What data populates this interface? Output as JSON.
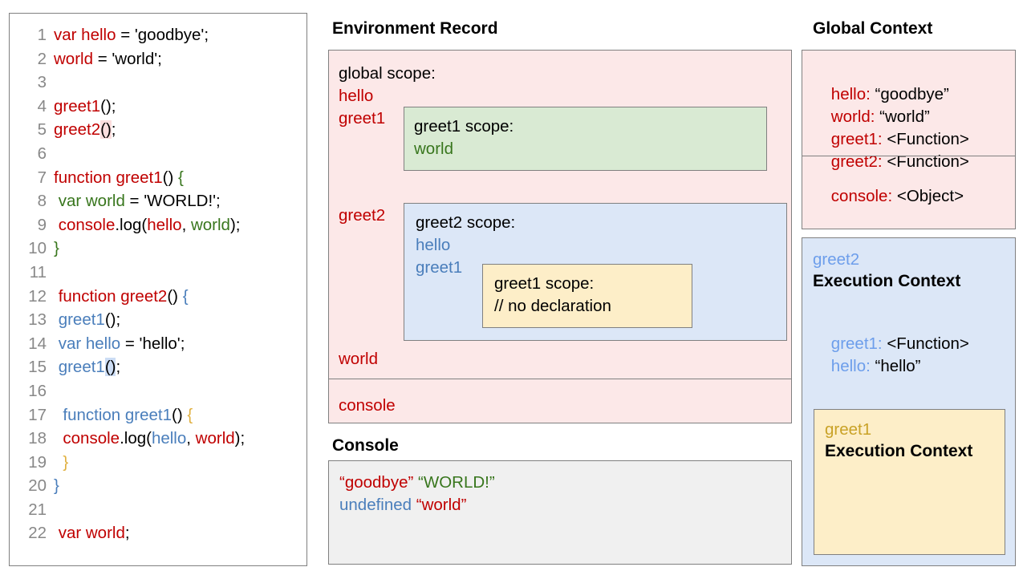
{
  "code_panel": {
    "name": "javascript-source-code",
    "lines": [
      {
        "n": "1",
        "tokens": [
          {
            "t": "var hello",
            "c": "red"
          },
          {
            "t": " = 'goodbye';",
            "c": "black"
          }
        ]
      },
      {
        "n": "2",
        "tokens": [
          {
            "t": "world",
            "c": "red"
          },
          {
            "t": " = 'world';",
            "c": "black"
          }
        ]
      },
      {
        "n": "3",
        "tokens": []
      },
      {
        "n": "4",
        "tokens": [
          {
            "t": "greet1",
            "c": "red"
          },
          {
            "t": "();",
            "c": "black"
          }
        ]
      },
      {
        "n": "5",
        "tokens": [
          {
            "t": "greet2",
            "c": "red"
          },
          {
            "t": "()",
            "c": "black",
            "hl": "red"
          },
          {
            "t": ";",
            "c": "black"
          }
        ]
      },
      {
        "n": "6",
        "tokens": []
      },
      {
        "n": "7",
        "tokens": [
          {
            "t": "function greet1",
            "c": "red"
          },
          {
            "t": "() ",
            "c": "black"
          },
          {
            "t": "{",
            "c": "green"
          }
        ]
      },
      {
        "n": "8",
        "tokens": [
          {
            "t": " var world",
            "c": "green"
          },
          {
            "t": " = 'WORLD!';",
            "c": "black"
          }
        ]
      },
      {
        "n": "9",
        "tokens": [
          {
            "t": " console",
            "c": "red"
          },
          {
            "t": ".log(",
            "c": "black"
          },
          {
            "t": "hello",
            "c": "red"
          },
          {
            "t": ", ",
            "c": "black"
          },
          {
            "t": "world",
            "c": "green"
          },
          {
            "t": ");",
            "c": "black"
          }
        ]
      },
      {
        "n": "10",
        "tokens": [
          {
            "t": "}",
            "c": "green"
          }
        ]
      },
      {
        "n": "11",
        "tokens": []
      },
      {
        "n": "12",
        "tokens": [
          {
            "t": " function greet2",
            "c": "red"
          },
          {
            "t": "() ",
            "c": "black"
          },
          {
            "t": "{",
            "c": "blue"
          }
        ]
      },
      {
        "n": "13",
        "tokens": [
          {
            "t": " greet1",
            "c": "blue"
          },
          {
            "t": "();",
            "c": "black"
          }
        ]
      },
      {
        "n": "14",
        "tokens": [
          {
            "t": " var hello",
            "c": "blue"
          },
          {
            "t": " = 'hello';",
            "c": "black"
          }
        ]
      },
      {
        "n": "15",
        "tokens": [
          {
            "t": " greet1",
            "c": "blue"
          },
          {
            "t": "()",
            "c": "black",
            "hl": "blue"
          },
          {
            "t": ";",
            "c": "black"
          }
        ]
      },
      {
        "n": "16",
        "tokens": []
      },
      {
        "n": "17",
        "tokens": [
          {
            "t": "  function greet1",
            "c": "blue"
          },
          {
            "t": "() ",
            "c": "black"
          },
          {
            "t": "{",
            "c": "gold"
          }
        ]
      },
      {
        "n": "18",
        "tokens": [
          {
            "t": "  console",
            "c": "red"
          },
          {
            "t": ".log(",
            "c": "black"
          },
          {
            "t": "hello",
            "c": "blue"
          },
          {
            "t": ", ",
            "c": "black"
          },
          {
            "t": "world",
            "c": "red"
          },
          {
            "t": ");",
            "c": "black"
          }
        ]
      },
      {
        "n": "19",
        "tokens": [
          {
            "t": "  }",
            "c": "gold"
          }
        ]
      },
      {
        "n": "20",
        "tokens": [
          {
            "t": "}",
            "c": "blue"
          }
        ]
      },
      {
        "n": "21",
        "tokens": []
      },
      {
        "n": "22",
        "tokens": [
          {
            "t": " var world",
            "c": "red"
          },
          {
            "t": ";",
            "c": "black"
          }
        ]
      }
    ]
  },
  "environment_record": {
    "title": "Environment Record",
    "global_scope_label": "global scope:",
    "global_bindings": {
      "hello": "hello",
      "greet1": "greet1",
      "greet2": "greet2",
      "world": "world",
      "console": "console"
    },
    "greet1_scope": {
      "title": "greet1 scope:",
      "bindings": [
        "world"
      ]
    },
    "greet2_scope": {
      "title": "greet2 scope:",
      "bindings": [
        "hello",
        "greet1"
      ],
      "nested_greet1_scope": {
        "title": "greet1 scope:",
        "comment": "// no declaration"
      }
    }
  },
  "console_panel": {
    "title": "Console",
    "lines": [
      [
        {
          "t": "“goodbye”",
          "c": "red"
        },
        {
          "t": " ",
          "c": "black"
        },
        {
          "t": "“WORLD!”",
          "c": "green"
        }
      ],
      [
        {
          "t": "undefined",
          "c": "blue"
        },
        {
          "t": " ",
          "c": "black"
        },
        {
          "t": "“world”",
          "c": "red"
        }
      ]
    ]
  },
  "global_context": {
    "title": "Global Context",
    "entries": [
      {
        "key": "hello:",
        "value": " “goodbye”",
        "key_color": "red"
      },
      {
        "key": "world:",
        "value": " “world”",
        "key_color": "red"
      },
      {
        "key": "greet1:",
        "value": " <Function>",
        "key_color": "red"
      },
      {
        "key": "greet2:",
        "value": " <Function>",
        "key_color": "red"
      }
    ],
    "console_entry": {
      "key": "console:",
      "value": " <Object>",
      "key_color": "red"
    }
  },
  "greet2_execution_context": {
    "name": "greet2",
    "title": "Execution Context",
    "entries": [
      {
        "key": "greet1:",
        "value": " <Function>",
        "key_color": "blue"
      },
      {
        "key": "hello:",
        "value": " “hello”",
        "key_color": "blue"
      }
    ]
  },
  "greet1_execution_context": {
    "name": "greet1",
    "title": "Execution Context"
  },
  "colors": {
    "red": "#c00000",
    "green": "#38761d",
    "blue": "#4a7ebb",
    "gold": "#e0b040",
    "pink_bg": "#fce8e8",
    "green_bg": "#d9ead3",
    "blue_bg": "#dce7f7",
    "yellow_bg": "#fdeec8",
    "console_bg": "#f0f0f0",
    "border": "#808080"
  }
}
